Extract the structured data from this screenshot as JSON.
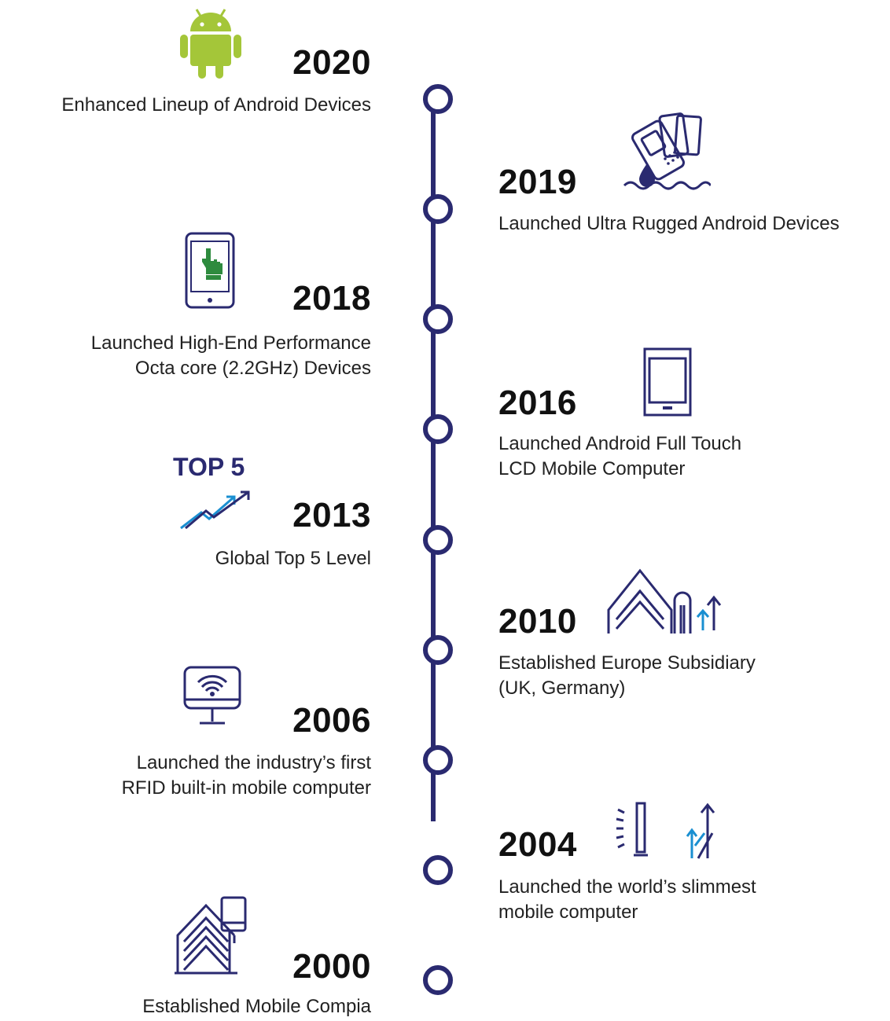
{
  "colors": {
    "line": "#2a2a70",
    "navy": "#2a2a70",
    "blue": "#1a8fd1",
    "android_green": "#a4c639",
    "touch_green": "#2e8b3e"
  },
  "top5_label": "TOP 5",
  "events": [
    {
      "year": "2020",
      "side": "left",
      "icon": "android-robot-icon",
      "lines": [
        "Enhanced Lineup of Android Devices"
      ]
    },
    {
      "year": "2019",
      "side": "right",
      "icon": "rugged-phones-water-icon",
      "lines": [
        "Launched Ultra Rugged Android Devices"
      ]
    },
    {
      "year": "2018",
      "side": "left",
      "icon": "touch-phone-icon",
      "lines": [
        "Launched High-End Performance",
        "Octa core (2.2GHz) Devices"
      ]
    },
    {
      "year": "2016",
      "side": "right",
      "icon": "tablet-icon",
      "lines": [
        "Launched Android Full Touch",
        "LCD Mobile Computer"
      ]
    },
    {
      "year": "2013",
      "side": "left",
      "icon": "growth-arrows-icon",
      "lines": [
        "Global Top 5 Level"
      ]
    },
    {
      "year": "2010",
      "side": "right",
      "icon": "buildings-arrows-icon",
      "lines": [
        "Established Europe Subsidiary",
        "(UK, Germany)"
      ]
    },
    {
      "year": "2006",
      "side": "left",
      "icon": "rfid-monitor-icon",
      "lines": [
        "Launched the industry’s first",
        "RFID built-in mobile computer"
      ]
    },
    {
      "year": "2004",
      "side": "right",
      "icon": "slim-device-arrows-icon",
      "lines": [
        "Launched the world’s slimmest",
        "mobile computer"
      ]
    },
    {
      "year": "2000",
      "side": "left",
      "icon": "building-phone-icon",
      "lines": [
        "Established Mobile Compia"
      ]
    }
  ]
}
